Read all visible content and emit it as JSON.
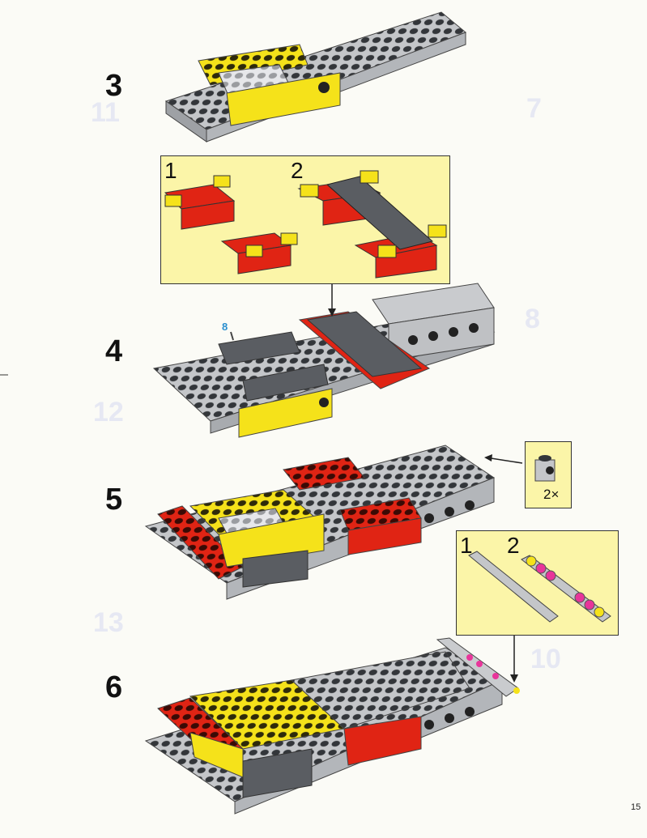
{
  "page_number": "15",
  "steps": [
    {
      "number": "3"
    },
    {
      "number": "4",
      "callout": "8"
    },
    {
      "number": "5"
    },
    {
      "number": "6"
    }
  ],
  "subassembly_step4": {
    "substeps": [
      "1",
      "2"
    ]
  },
  "part_callout_step5": {
    "quantity": "2×"
  },
  "subassembly_step6": {
    "substeps": [
      "1",
      "2"
    ]
  },
  "ghost_numbers": [
    "11",
    "7",
    "12",
    "8",
    "13",
    "10"
  ],
  "colors": {
    "yellow_panel": "#fbf5a8",
    "gray": "#c4c6c9",
    "dark_gray": "#5a5d62",
    "yellow": "#f5e21a",
    "red": "#e02414",
    "pink": "#e8359a"
  }
}
